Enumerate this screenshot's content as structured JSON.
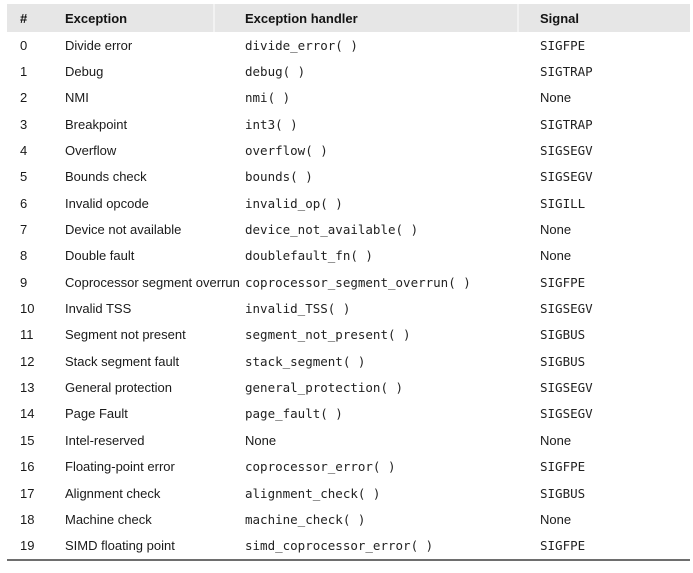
{
  "colors": {
    "header_background": "#e6e6e6",
    "rule": "#6e6e6e",
    "text": "#1a1a1a"
  },
  "table": {
    "columns": {
      "num": "#",
      "exception": "Exception",
      "handler": "Exception handler",
      "signal": "Signal"
    },
    "rows": [
      {
        "num": "0",
        "exception": "Divide error",
        "handler": "divide_error( )",
        "handler_code": true,
        "signal": "SIGFPE",
        "signal_code": true
      },
      {
        "num": "1",
        "exception": "Debug",
        "handler": "debug( )",
        "handler_code": true,
        "signal": "SIGTRAP",
        "signal_code": true
      },
      {
        "num": "2",
        "exception": "NMI",
        "handler": "nmi( )",
        "handler_code": true,
        "signal": "None",
        "signal_code": false
      },
      {
        "num": "3",
        "exception": "Breakpoint",
        "handler": "int3( )",
        "handler_code": true,
        "signal": "SIGTRAP",
        "signal_code": true
      },
      {
        "num": "4",
        "exception": "Overflow",
        "handler": "overflow( )",
        "handler_code": true,
        "signal": "SIGSEGV",
        "signal_code": true
      },
      {
        "num": "5",
        "exception": "Bounds check",
        "handler": "bounds( )",
        "handler_code": true,
        "signal": "SIGSEGV",
        "signal_code": true
      },
      {
        "num": "6",
        "exception": "Invalid opcode",
        "handler": "invalid_op( )",
        "handler_code": true,
        "signal": "SIGILL",
        "signal_code": true
      },
      {
        "num": "7",
        "exception": "Device not available",
        "handler": "device_not_available( )",
        "handler_code": true,
        "signal": "None",
        "signal_code": false
      },
      {
        "num": "8",
        "exception": "Double fault",
        "handler": "doublefault_fn( )",
        "handler_code": true,
        "signal": "None",
        "signal_code": false
      },
      {
        "num": "9",
        "exception": "Coprocessor segment overrun",
        "handler": "coprocessor_segment_overrun( )",
        "handler_code": true,
        "signal": "SIGFPE",
        "signal_code": true
      },
      {
        "num": "10",
        "exception": "Invalid TSS",
        "handler": "invalid_TSS( )",
        "handler_code": true,
        "signal": "SIGSEGV",
        "signal_code": true
      },
      {
        "num": "11",
        "exception": "Segment not present",
        "handler": "segment_not_present( )",
        "handler_code": true,
        "signal": "SIGBUS",
        "signal_code": true
      },
      {
        "num": "12",
        "exception": "Stack segment fault",
        "handler": "stack_segment( )",
        "handler_code": true,
        "signal": "SIGBUS",
        "signal_code": true
      },
      {
        "num": "13",
        "exception": "General protection",
        "handler": "general_protection( )",
        "handler_code": true,
        "signal": "SIGSEGV",
        "signal_code": true
      },
      {
        "num": "14",
        "exception": "Page Fault",
        "handler": "page_fault( )",
        "handler_code": true,
        "signal": "SIGSEGV",
        "signal_code": true
      },
      {
        "num": "15",
        "exception": "Intel-reserved",
        "handler": "None",
        "handler_code": false,
        "signal": "None",
        "signal_code": false
      },
      {
        "num": "16",
        "exception": "Floating-point error",
        "handler": "coprocessor_error( )",
        "handler_code": true,
        "signal": "SIGFPE",
        "signal_code": true
      },
      {
        "num": "17",
        "exception": "Alignment check",
        "handler": "alignment_check( )",
        "handler_code": true,
        "signal": "SIGBUS",
        "signal_code": true
      },
      {
        "num": "18",
        "exception": "Machine check",
        "handler": "machine_check( )",
        "handler_code": true,
        "signal": "None",
        "signal_code": false
      },
      {
        "num": "19",
        "exception": "SIMD floating point",
        "handler": "simd_coprocessor_error( )",
        "handler_code": true,
        "signal": "SIGFPE",
        "signal_code": true
      }
    ]
  }
}
